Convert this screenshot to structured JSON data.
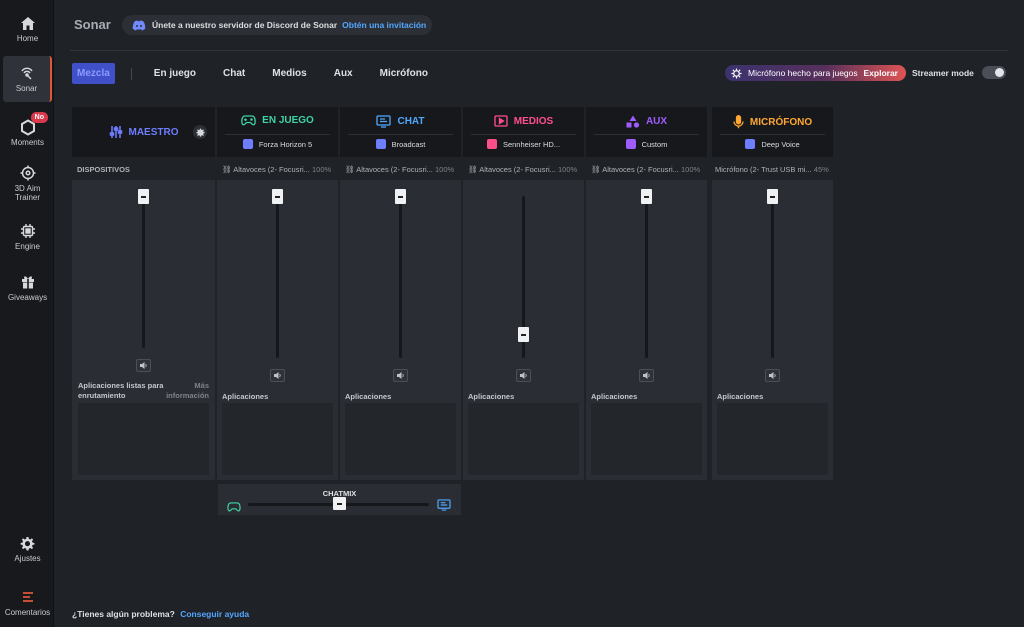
{
  "sidebar": {
    "items": [
      {
        "label": "Home",
        "icon": "home-icon"
      },
      {
        "label": "Sonar",
        "icon": "sonar-icon"
      },
      {
        "label": "Moments",
        "icon": "hexagon-icon",
        "badge": "No"
      },
      {
        "label": "3D Aim Trainer",
        "icon": "target-icon"
      },
      {
        "label": "Engine",
        "icon": "chip-icon"
      },
      {
        "label": "Giveaways",
        "icon": "gift-icon"
      }
    ],
    "bottom": [
      {
        "label": "Ajustes",
        "icon": "gear-icon"
      },
      {
        "label": "Comentarios",
        "icon": "feedback-icon"
      }
    ]
  },
  "header": {
    "title": "Sonar",
    "discord_text": "Únete a nuestro servidor de Discord de Sonar",
    "discord_link": "Obtén una invitación"
  },
  "tabs": [
    "Mezcla",
    "En juego",
    "Chat",
    "Medios",
    "Aux",
    "Micrófono"
  ],
  "mic_promo": {
    "text": "Micrófono hecho para juegos",
    "link": "Explorar"
  },
  "streamer_mode": {
    "label": "Streamer mode",
    "on": true
  },
  "channels": [
    {
      "name": "MAESTRO",
      "color": "#6f7dff",
      "device": "DISPOSITIVOS",
      "device_pct": "",
      "level": 1.0,
      "apps_label": "Aplicaciones listas para enrutamiento",
      "apps_more": "Más información"
    },
    {
      "name": "EN JUEGO",
      "color": "#3ed3a3",
      "sub": "Forza Horizon 5",
      "device": "Altavoces (2- Focusri...",
      "device_pct": "100%",
      "level": 1.0,
      "apps_label": "Aplicaciones"
    },
    {
      "name": "CHAT",
      "color": "#4fa8ff",
      "sub": "Broadcast",
      "device": "Altavoces (2- Focusri...",
      "device_pct": "100%",
      "level": 1.0,
      "apps_label": "Aplicaciones"
    },
    {
      "name": "MEDIOS",
      "color": "#ff4f8b",
      "sub": "Sennheiser HD...",
      "device": "Altavoces (2- Focusri...",
      "device_pct": "100%",
      "level": 0.18,
      "apps_label": "Aplicaciones"
    },
    {
      "name": "AUX",
      "color": "#a05cff",
      "sub": "Custom",
      "device": "Altavoces (2- Focusri...",
      "device_pct": "100%",
      "level": 1.0,
      "apps_label": "Aplicaciones"
    },
    {
      "name": "MICRÓFONO",
      "color": "#ffa733",
      "sub": "Deep Voice",
      "device": "Micrófono (2- Trust USB mi...",
      "device_pct": "45%",
      "level": 1.0,
      "apps_label": "Aplicaciones"
    }
  ],
  "chatmix": {
    "label": "CHATMIX",
    "balance": 0.5
  },
  "help": {
    "text": "¿Tienes algún problema?",
    "link": "Conseguir ayuda"
  }
}
